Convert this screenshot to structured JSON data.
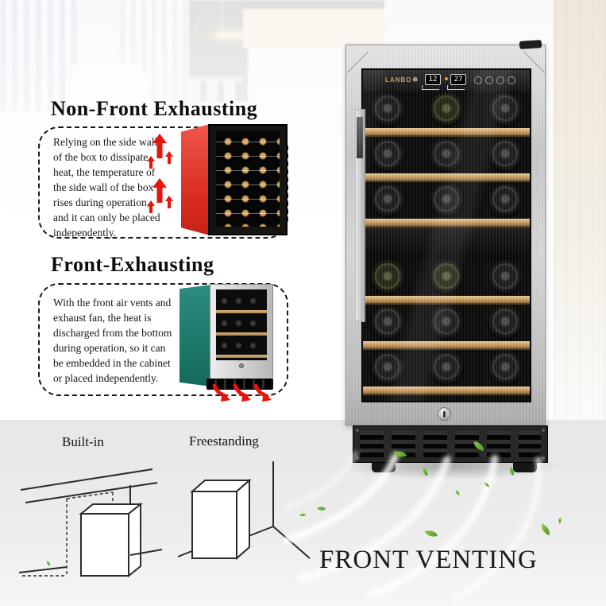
{
  "sections": {
    "non_front_exhausting": {
      "title": "Non-Front Exhausting",
      "body_lines": [
        "Relying on the side wall",
        "of the box to dissipate",
        "heat, the temperature of",
        "the side wall of the box",
        "rises during operation,",
        "and it can only be placed",
        "independently."
      ]
    },
    "front_exhausting": {
      "title": "Front-Exhausting",
      "body_lines": [
        "With the front air vents and",
        "exhaust fan, the heat is",
        "discharged from the bottom",
        "during operation, so it can",
        "be embedded in the cabinet",
        "or placed independently."
      ]
    }
  },
  "installation": {
    "built_in": "Built-in",
    "freestanding": "Freestanding"
  },
  "footer": {
    "headline": "FRONT VENTING"
  },
  "fridge": {
    "brand": "LANBO",
    "display": {
      "upper_zone_temp": "12",
      "lower_zone_temp": "27"
    }
  },
  "colors": {
    "arrow_red": "#e8150b",
    "cooler_side_red": "#d72a1f",
    "cooler_side_teal": "#1d7a6e",
    "shelf_wood": "#c79a5f",
    "leaf_green": "#6fae2f",
    "stainless": "#cccccc",
    "brand_gold": "#c59a62"
  }
}
